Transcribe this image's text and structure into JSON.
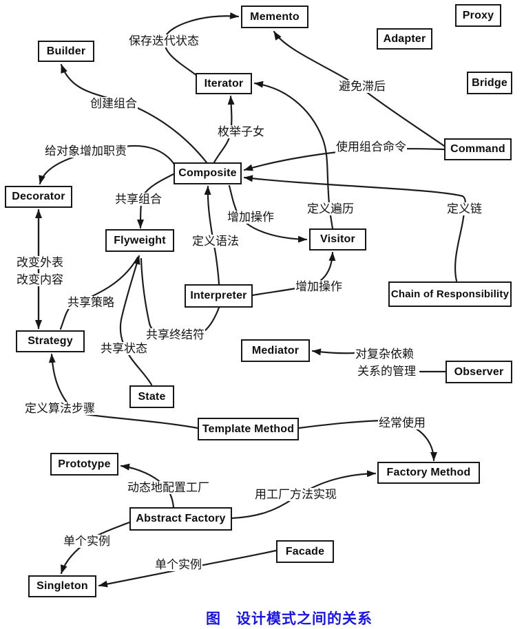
{
  "diagram": {
    "title_caption": "图　设计模式之间的关系",
    "colors": {
      "line": "#1c1c1c",
      "box_border": "#161616",
      "box_text": "#0d0d0d",
      "label_text": "#141414",
      "caption": "#1a16d8",
      "background": "#ffffff"
    },
    "nodes": [
      {
        "id": "memento",
        "label": "Memento"
      },
      {
        "id": "proxy",
        "label": "Proxy"
      },
      {
        "id": "adapter",
        "label": "Adapter"
      },
      {
        "id": "builder",
        "label": "Builder"
      },
      {
        "id": "iterator",
        "label": "Iterator"
      },
      {
        "id": "bridge",
        "label": "Bridge"
      },
      {
        "id": "command",
        "label": "Command"
      },
      {
        "id": "composite",
        "label": "Composite"
      },
      {
        "id": "decorator",
        "label": "Decorator"
      },
      {
        "id": "flyweight",
        "label": "Flyweight"
      },
      {
        "id": "visitor",
        "label": "Visitor"
      },
      {
        "id": "interpreter",
        "label": "Interpreter"
      },
      {
        "id": "chain-of-responsibility",
        "label": "Chain of Responsibility"
      },
      {
        "id": "strategy",
        "label": "Strategy"
      },
      {
        "id": "mediator",
        "label": "Mediator"
      },
      {
        "id": "observer",
        "label": "Observer"
      },
      {
        "id": "state",
        "label": "State"
      },
      {
        "id": "template-method",
        "label": "Template Method"
      },
      {
        "id": "prototype",
        "label": "Prototype"
      },
      {
        "id": "factory-method",
        "label": "Factory Method"
      },
      {
        "id": "abstract-factory",
        "label": "Abstract Factory"
      },
      {
        "id": "facade",
        "label": "Facade"
      },
      {
        "id": "singleton",
        "label": "Singleton"
      }
    ],
    "edge_labels": [
      {
        "id": "save-iteration-state",
        "text": "保存迭代状态"
      },
      {
        "id": "avoid-lag",
        "text": "避免滞后"
      },
      {
        "id": "create-composites",
        "text": "创建组合"
      },
      {
        "id": "enumerate-children",
        "text": "枚举子女"
      },
      {
        "id": "use-composite-command",
        "text": "使用组合命令"
      },
      {
        "id": "add-responsibilities-to-objects",
        "text": "给对象增加职责"
      },
      {
        "id": "share-composites",
        "text": "共享组合"
      },
      {
        "id": "add-operations-upper",
        "text": "增加操作"
      },
      {
        "id": "define-traversal",
        "text": "定义遍历"
      },
      {
        "id": "define-chain",
        "text": "定义链"
      },
      {
        "id": "define-grammar",
        "text": "定义语法"
      },
      {
        "id": "change-appearance",
        "text": "改变外表"
      },
      {
        "id": "change-content",
        "text": "改变内容"
      },
      {
        "id": "share-strategies",
        "text": "共享策略"
      },
      {
        "id": "share-terminal-symbols",
        "text": "共享终结符"
      },
      {
        "id": "share-states",
        "text": "共享状态"
      },
      {
        "id": "add-operations-lower",
        "text": "增加操作"
      },
      {
        "id": "manage-complex-dependencies-line1",
        "text": "对复杂依赖"
      },
      {
        "id": "manage-complex-dependencies-line2",
        "text": "关系的管理"
      },
      {
        "id": "define-algorithm-steps",
        "text": "定义算法步骤"
      },
      {
        "id": "often-uses",
        "text": "经常使用"
      },
      {
        "id": "configure-factory-dynamically",
        "text": "动态地配置工厂"
      },
      {
        "id": "implement-using-factory-method",
        "text": "用工厂方法实现"
      },
      {
        "id": "single-instance-upper",
        "text": "单个实例"
      },
      {
        "id": "single-instance-lower",
        "text": "单个实例"
      }
    ]
  }
}
